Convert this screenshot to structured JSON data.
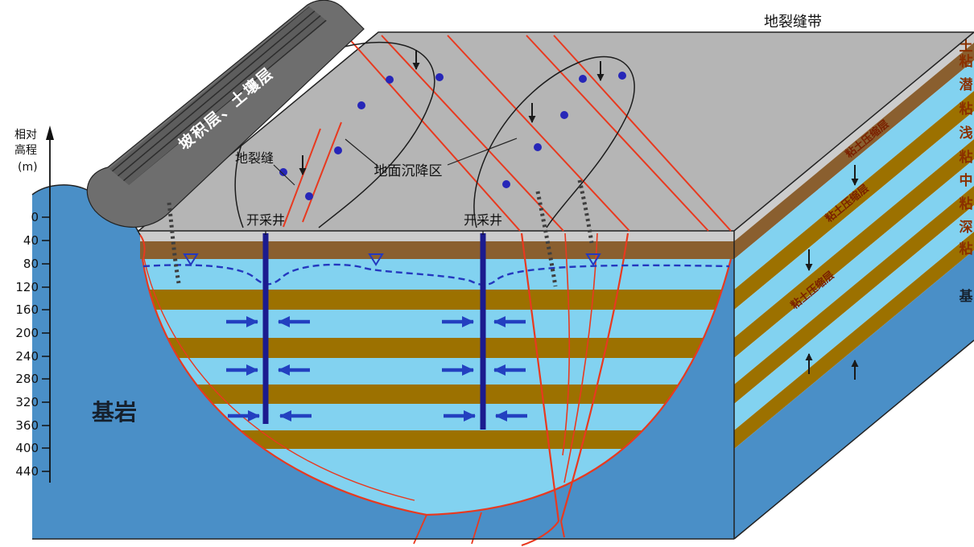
{
  "figure": {
    "type": "geological-block-diagram-of-land-subsidence"
  },
  "axis": {
    "title_lines": [
      "相对",
      "高程",
      "(m)"
    ],
    "ticks": [
      "0",
      "40",
      "80",
      "120",
      "160",
      "200",
      "240",
      "280",
      "320",
      "360",
      "400",
      "440"
    ]
  },
  "labels": {
    "slope_soil": "坡积层、土壤层",
    "ground_fissure_zone": "地裂缝带",
    "ground_fissure": "地裂缝",
    "subsidence_area": "地面沉降区",
    "well_left": "开采井",
    "well_right": "开采井",
    "bedrock": "基岩"
  },
  "right_face": {
    "compression_labels": [
      "粘土压缩层",
      "粘土压缩层",
      "粘土压缩层"
    ],
    "edge_chars": [
      "土",
      "粘",
      "潜",
      "粘",
      "浅",
      "粘",
      "中",
      "粘",
      "深",
      "粘",
      "基"
    ]
  },
  "colors": {
    "bedrock": "#4a8fc7",
    "aquifer": "#82d2f0",
    "clay": "#9c7100",
    "topsoil": "#8a5f2f",
    "surface_gray": "#b5b5b5",
    "surface_strip": "#cccccc",
    "mountain_gray": "#6e6e6e",
    "fissure_red": "#e8391f",
    "well_blue": "#1b1b8f",
    "flow_arrow_blue": "#2340c0",
    "water_table_blue": "#2438bf",
    "dot_blue": "#2626b8"
  }
}
